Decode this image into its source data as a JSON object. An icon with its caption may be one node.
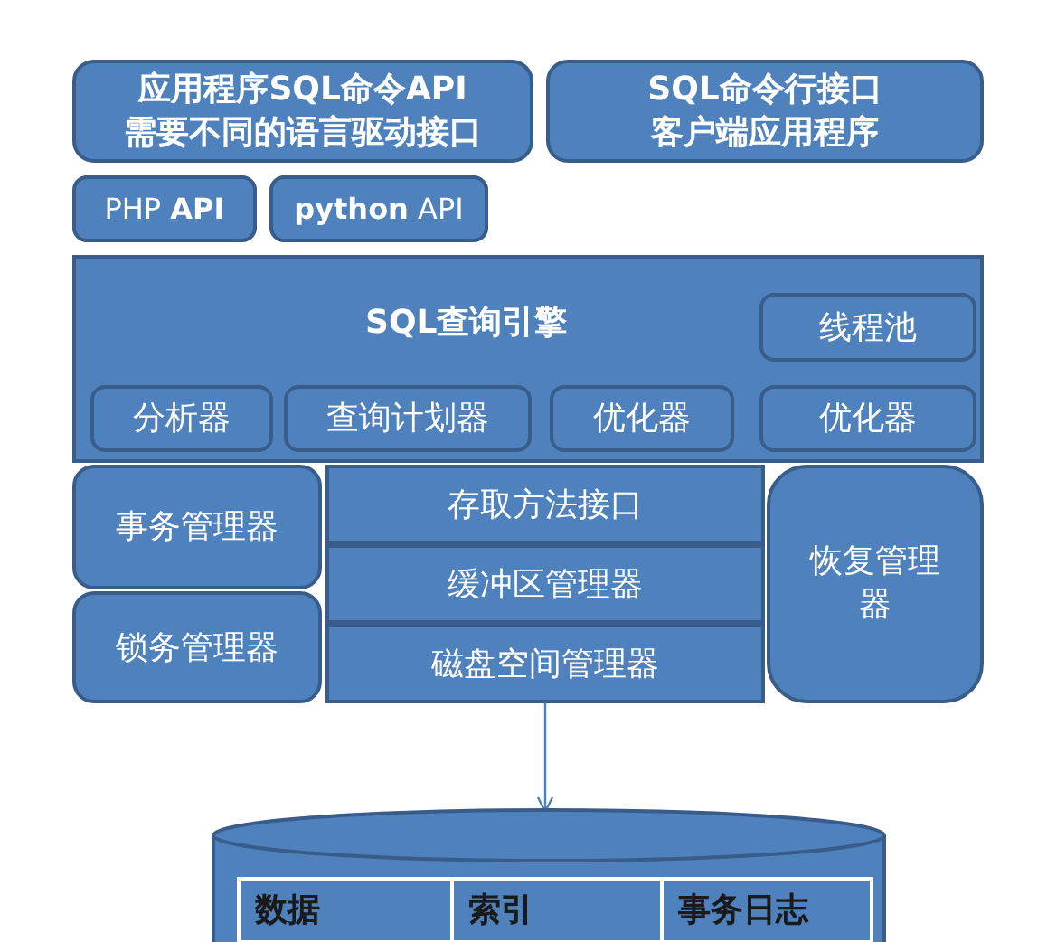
{
  "diagram": {
    "nodes": [
      {
        "text": [
          "应用程序SQL命令API",
          "需要不同的语言驱动接口"
        ]
      },
      {
        "text": [
          "SQL命令行接口",
          "客户端应用程序"
        ]
      },
      {
        "text": [
          "PHP **API**"
        ]
      },
      {
        "text": [
          "**python** API"
        ]
      },
      {
        "text": [
          "SQL查询引擎"
        ]
      },
      {
        "text": [
          "线程池"
        ],
        "in": 4
      },
      {
        "text": [
          "分析器"
        ],
        "in": 4
      },
      {
        "text": [
          "查询计划器"
        ],
        "in": 4
      },
      {
        "text": [
          "优化器"
        ],
        "in": 4
      },
      {
        "text": [
          "优化器"
        ],
        "in": 4
      },
      {
        "text": [
          "事务管理器"
        ]
      },
      {
        "text": [
          "锁务管理器"
        ]
      },
      {
        "text": [
          "存取方法接口"
        ]
      },
      {
        "text": [
          "缓冲区管理器"
        ]
      },
      {
        "text": [
          "磁盘空间管理器"
        ]
      },
      {
        "text": [
          "恢复管理器"
        ]
      },
      {
        "text": [],
        "shape": "cylinder"
      }
    ],
    "edges": [
      {
        "from": 14,
        "to": 16,
        "arrow": "to"
      }
    ],
    "labels": [
      "数据",
      "索引",
      "事务日志"
    ]
  }
}
